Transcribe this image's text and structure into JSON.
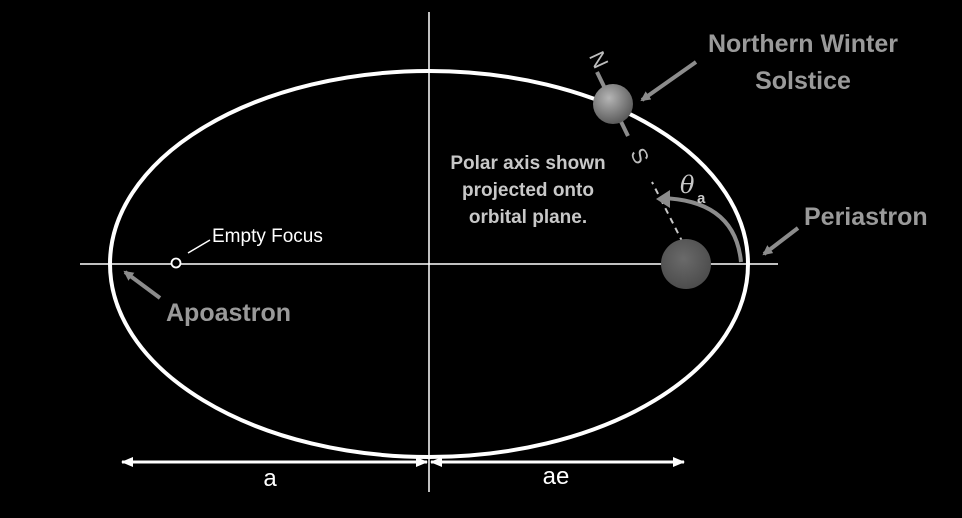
{
  "labels": {
    "solstice_line1": "Northern Winter",
    "solstice_line2": "Solstice",
    "periastron": "Periastron",
    "apoastron": "Apoastron",
    "empty_focus": "Empty Focus",
    "polar_line1": "Polar axis shown",
    "polar_line2": "projected onto",
    "polar_line3": "orbital plane.",
    "north": "N",
    "south": "S",
    "theta": "θ",
    "theta_sub": "a",
    "dim_a": "a",
    "dim_ae": "ae"
  },
  "colors": {
    "background": "#000000",
    "lines": "#ffffff",
    "label_gray": "#9a9a9a",
    "arrow_gray": "#8c8c8c",
    "star": "#5a5a5a",
    "planet": "#7a7a7a"
  }
}
